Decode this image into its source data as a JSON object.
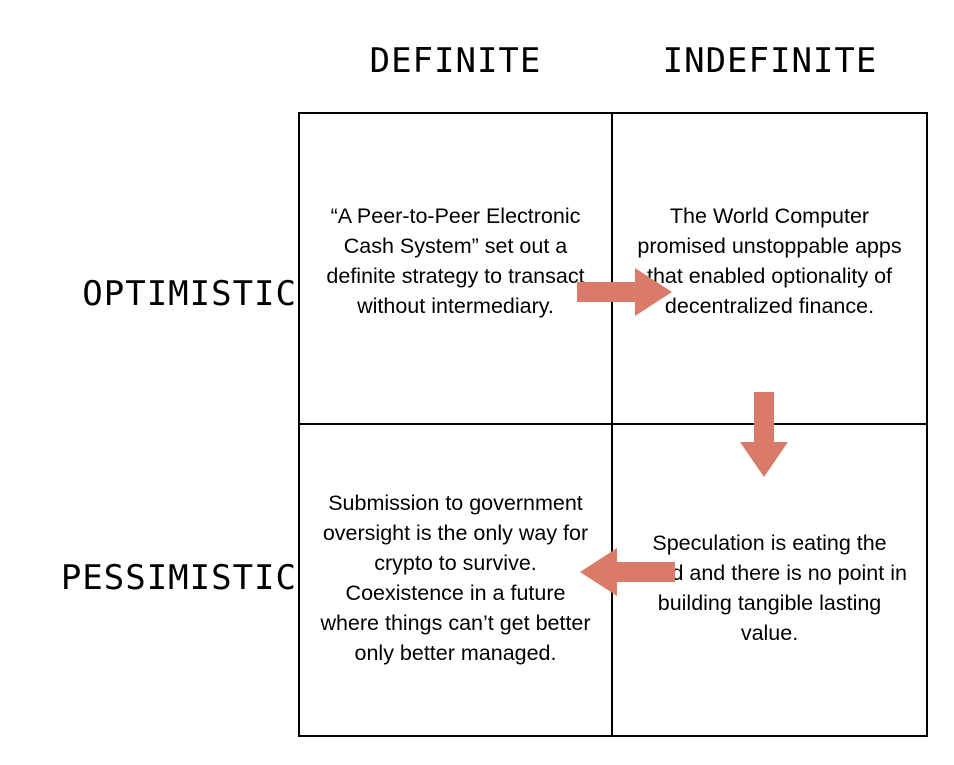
{
  "matrix": {
    "columns": [
      {
        "id": "definite",
        "label": "DEFINITE"
      },
      {
        "id": "indefinite",
        "label": "INDEFINITE"
      }
    ],
    "rows": [
      {
        "id": "optimistic",
        "label": "OPTIMISTIC"
      },
      {
        "id": "pessimistic",
        "label": "PESSIMISTIC"
      }
    ],
    "cells": {
      "definite_optimistic": "“A Peer-to-Peer Electronic Cash System” set out a definite strategy to transact without intermediary.",
      "indefinite_optimistic": "The World Computer promised unstoppable apps that enabled optionality of decentralized finance.",
      "definite_pessimistic": "Submission to government oversight is the only way for crypto to survive. Coexistence in a future where things can’t get better only better managed.",
      "indefinite_pessimistic": "Speculation is eating the world and there is no point in building tangible lasting value."
    },
    "arrows": [
      {
        "id": "arrow-right",
        "direction": "right",
        "from": "definite_optimistic",
        "to": "indefinite_optimistic"
      },
      {
        "id": "arrow-down",
        "direction": "down",
        "from": "indefinite_optimistic",
        "to": "indefinite_pessimistic"
      },
      {
        "id": "arrow-left",
        "direction": "left",
        "from": "indefinite_pessimistic",
        "to": "definite_pessimistic"
      }
    ],
    "colors": {
      "arrow": "#D97B68",
      "border": "#000000",
      "text": "#000000",
      "background": "#FFFFFF"
    }
  }
}
